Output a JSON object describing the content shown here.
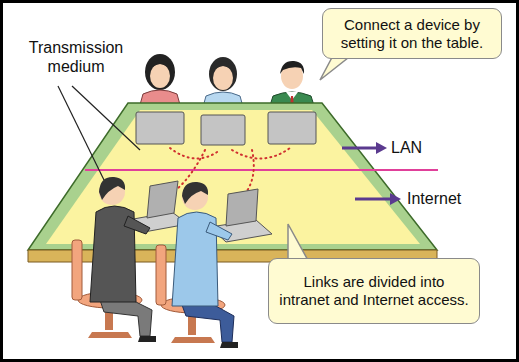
{
  "diagram": {
    "nodes": [
      {
        "text": [
          "Connect a device by setting it on the table."
        ]
      },
      {
        "text": [
          "Links are divided into intranet and Internet access."
        ]
      }
    ],
    "labels": [
      "Transmission medium",
      "LAN",
      "Internet"
    ]
  }
}
